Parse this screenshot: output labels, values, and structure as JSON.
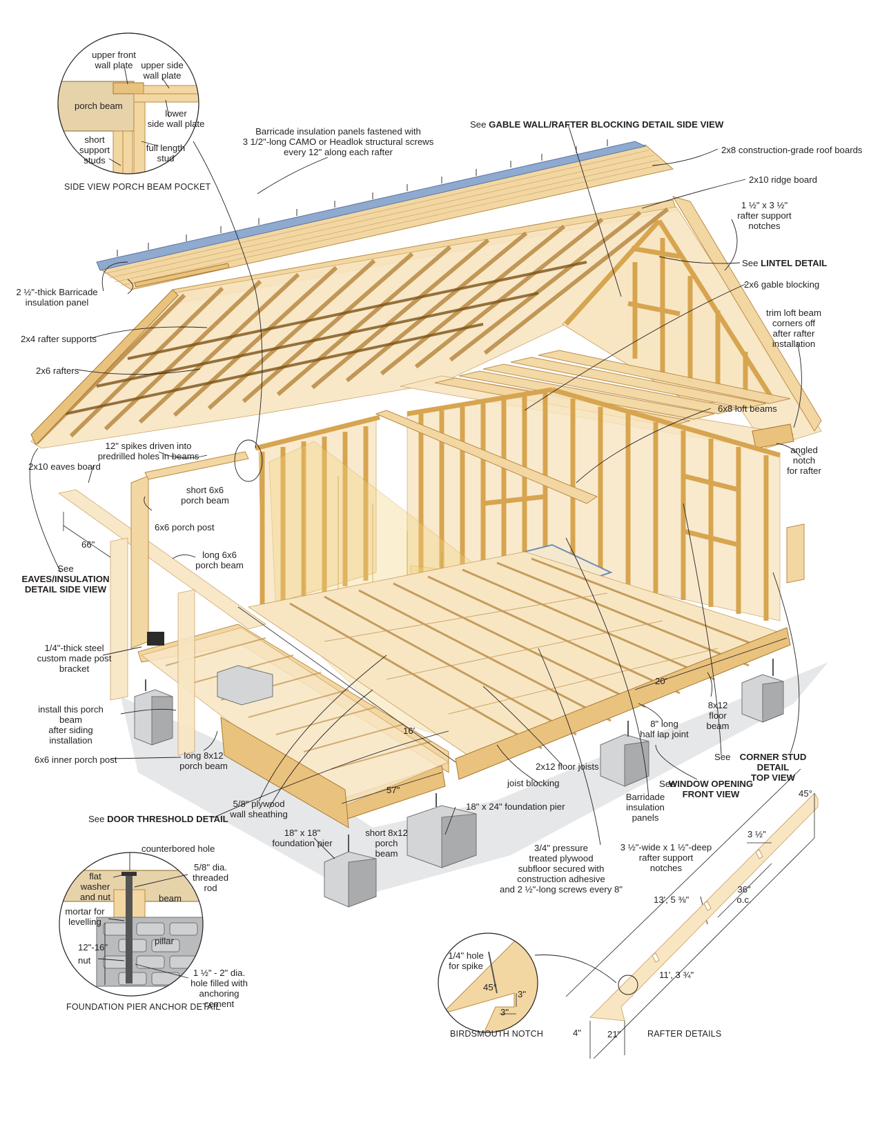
{
  "labels": {
    "upper_front_wall_plate": "upper front\nwall plate",
    "upper_side_wall_plate": "upper side\nwall plate",
    "porch_beam": "porch beam",
    "lower_side_wall_plate": "lower\nside wall plate",
    "short_support_studs": "short\nsupport\nstuds",
    "full_length_stud": "full length\nstud",
    "barricade_panels_fastened": "Barricade insulation panels fastened with\n3 1/2\"-long CAMO or Headlok structural screws\nevery 12\" along each rafter",
    "gable_wall_prefix": "See ",
    "gable_wall_bold": "GABLE WALL/RAFTER BLOCKING DETAIL SIDE VIEW",
    "roof_boards": "2x8 construction-grade roof boards",
    "ridge_board": "2x10 ridge board",
    "rafter_support_notches": "1 ½\" x 3 ½\"\nrafter support notches",
    "lintel_prefix": "See ",
    "lintel_bold": "LINTEL DETAIL",
    "gable_blocking": "2x6 gable blocking",
    "trim_loft": "trim loft beam\ncorners off\nafter rafter\ninstallation",
    "barricade_panel_thick": "2 ½\"-thick Barricade\ninsulation panel",
    "rafter_supports_2x4": "2x4 rafter supports",
    "rafters_2x6": "2x6 rafters",
    "spikes": "12\" spikes driven into\npredrilled holes in beams",
    "eaves_board": "2x10 eaves board",
    "short_porch_beam": "short 6x6\nporch beam",
    "porch_post": "6x6 porch post",
    "long_porch_beam": "long 6x6\nporch beam",
    "dim_66": "66\"",
    "eaves_see": "See",
    "eaves_bold": "EAVES/INSULATION\nDETAIL SIDE VIEW",
    "loft_beams": "6x8 loft beams",
    "angled_notch": "angled\nnotch\nfor rafter",
    "steel_bracket": "1/4\"-thick steel\ncustom made post\nbracket",
    "install_porch_beam": "install this porch beam\nafter siding installation",
    "inner_porch_post": "6x6 inner porch post",
    "long_8x12_porch_beam": "long 8x12\nporch beam",
    "dim_16": "16'",
    "dim_20": "20'",
    "floor_beam": "8x12\nfloor beam",
    "half_lap": "8\" long\nhalf lap joint",
    "corner_stud_prefix": "See ",
    "corner_stud_bold": "CORNER STUD DETAIL\nTOP VIEW",
    "floor_joists": "2x12 floor joists",
    "joist_blocking": "joist blocking",
    "window_prefix": "See ",
    "window_bold": "WINDOW OPENING\nFRONT VIEW",
    "barricade_insulation_panels": "Barricade\ninsulation\npanels",
    "plywood_sheathing": "5/8\" plywood\nwall sheathing",
    "door_threshold_prefix": "See ",
    "door_threshold_bold": "DOOR THRESHOLD DETAIL",
    "dim_57": "57\"",
    "pier_18x24": "18\" x 24\" foundation pier",
    "pier_18x18": "18\" x 18\"\nfoundation pier",
    "short_8x12_porch_beam": "short 8x12\nporch\nbeam",
    "subfloor": "3/4\" pressure\ntreated plywood\nsubfloor secured with\nconstruction adhesive\nand 2 ½\"-long screws every 8\"",
    "counterbored_hole": "counterbored hole",
    "flat_washer": "flat\nwasher\nand nut",
    "threaded_rod": "5/8\" dia.\nthreaded rod",
    "beam": "beam",
    "mortar": "mortar for\nlevelling",
    "pillar": "pillar",
    "dim_12_16": "12\"-16\"",
    "nut": "nut",
    "hole_filled": "1 ½\" - 2\" dia.\nhole filled with\nanchoring\ncement",
    "hole_for_spike": "1/4\" hole\nfor spike",
    "bn_45": "45°",
    "bn_3a": "3\"",
    "bn_3b": "3\"",
    "rd_45": "45°",
    "rd_3half": "3 ½\"",
    "rd_notches": "3 ½\"-wide x 1 ½\"-deep\nrafter support\nnotches",
    "rd_36oc": "36\"\no.c.",
    "rd_len1": "13', 5 ⅜\"",
    "rd_len2": "11', 3 ¾\"",
    "rd_4": "4\"",
    "rd_21": "21\""
  },
  "captions": {
    "porch_pocket": "SIDE VIEW PORCH BEAM POCKET",
    "pier_anchor": "FOUNDATION PIER ANCHOR DETAIL",
    "birdsmouth": "BIRDSMOUTH NOTCH",
    "rafter_details": "RAFTER DETAILS"
  },
  "colors": {
    "wood_light": "#f3d7a2",
    "wood_dark": "#d7a54f",
    "insulation_blue": "#8fa9cf",
    "stone_gray": "#d4d5d6",
    "text": "#231f20"
  }
}
